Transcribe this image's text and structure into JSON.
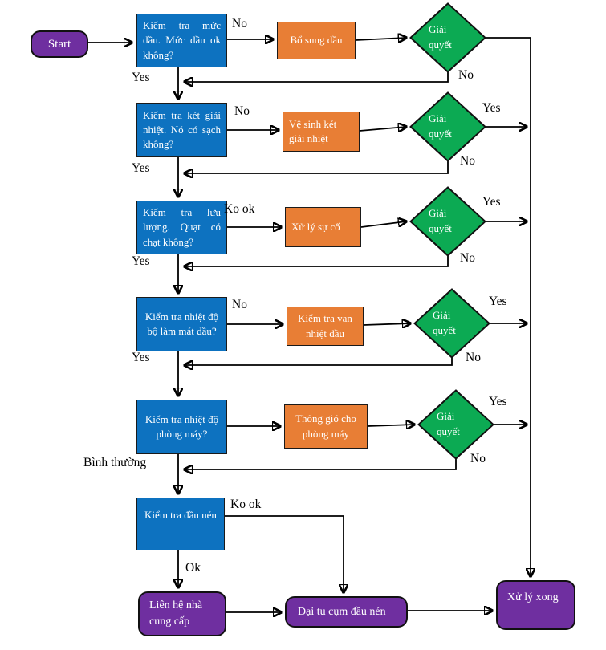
{
  "colors": {
    "process-fill": "#0d72c0",
    "action-fill": "#e87e35",
    "decision-fill": "#0caa53",
    "terminal-fill": "#6f2fa0",
    "line": "#000000",
    "node-text": "#ffffff",
    "label-text": "#000000"
  },
  "nodes": {
    "start": {
      "label": "Start"
    },
    "check1": {
      "label": "Kiểm tra mức dầu. Mức dầu ok không?"
    },
    "act1": {
      "label": "Bổ sung dầu"
    },
    "decide1": {
      "label": "Giải quyết"
    },
    "check2": {
      "label": "Kiểm tra két giải nhiệt. Nó có sạch không?"
    },
    "act2": {
      "label": "Vệ sinh két giải nhiệt"
    },
    "decide2": {
      "label": "Giải quyết"
    },
    "check3": {
      "label": "Kiểm tra lưu lượng. Quạt có chạt không?"
    },
    "act3": {
      "label": "Xử lý sự cố"
    },
    "decide3": {
      "label": "Giải quyết"
    },
    "check4": {
      "label": "Kiểm tra nhiệt độ bộ làm mát dầu?"
    },
    "act4": {
      "label": "Kiểm tra van nhiệt dầu"
    },
    "decide4": {
      "label": "Giải quyết"
    },
    "check5": {
      "label": "Kiểm tra nhiệt độ phòng máy?"
    },
    "act5": {
      "label": "Thông gió cho phòng máy"
    },
    "decide5": {
      "label": "Giải quyết"
    },
    "check6": {
      "label": "Kiểm tra đầu nén"
    },
    "contact": {
      "label": "Liên hệ nhà cung cấp"
    },
    "overhaul": {
      "label": "Đại tu cụm đầu nén"
    },
    "done": {
      "label": "Xử lý xong"
    }
  },
  "labels": {
    "row1_no": "No",
    "row1_yes": "Yes",
    "row1_decide_no": "No",
    "row2_no": "No",
    "row2_rail_yes": "Yes",
    "row2_decide_no": "No",
    "row2_yes": "Yes",
    "row3_kook": "Ko ok",
    "row3_rail_yes": "Yes",
    "row3_decide_no": "No",
    "row3_yes": "Yes",
    "row4_no": "No",
    "row4_rail_yes": "Yes",
    "row4_decide_no": "No",
    "row4_yes": "Yes",
    "row5_rail_yes": "Yes",
    "row5_decide_no": "No",
    "row5_binh_thuong": "Bình thường",
    "row6_kook": "Ko ok",
    "row6_ok": "Ok"
  }
}
